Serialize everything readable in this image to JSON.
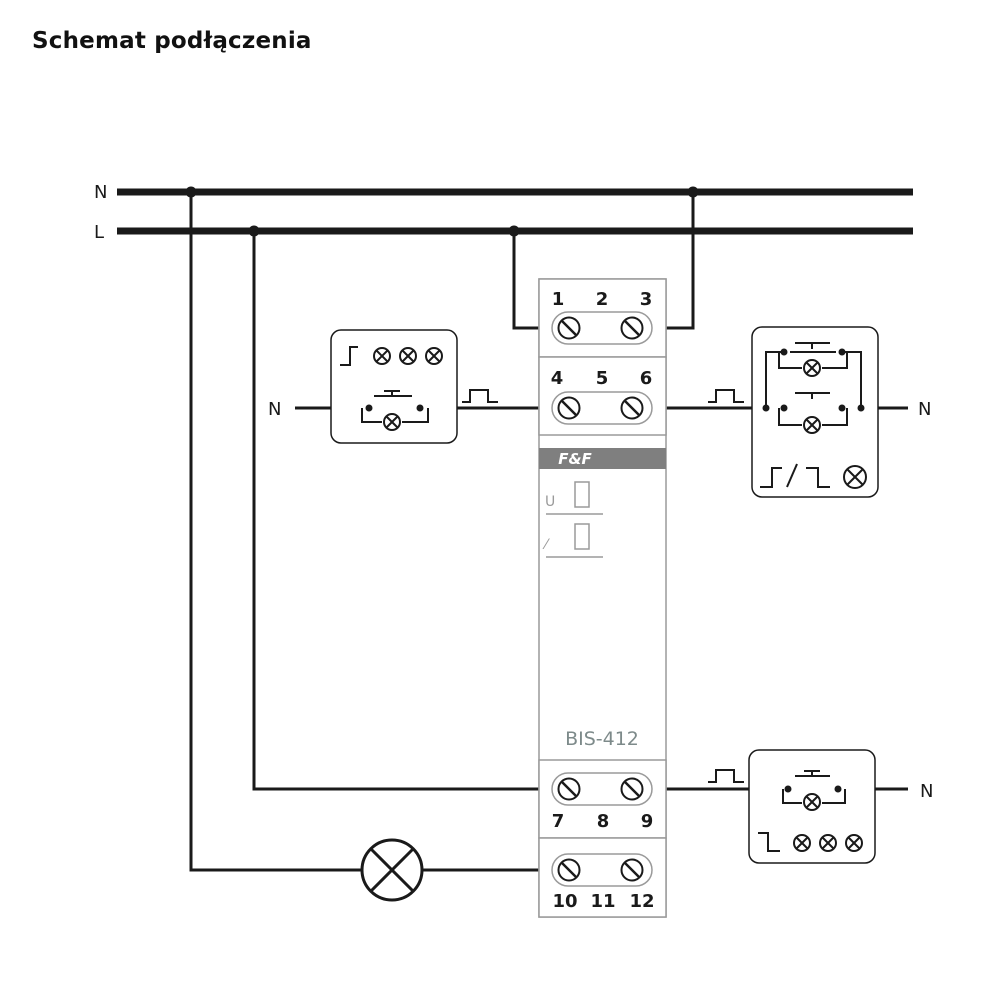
{
  "title": "Schemat podłączenia",
  "bus": {
    "neutral": "N",
    "line": "L"
  },
  "wire_labels": {
    "button1_n": "N",
    "button2_n": "N",
    "button3_n": "N"
  },
  "device": {
    "model": "BIS-412",
    "brand": "F&F",
    "indicator_u": "U",
    "indicator_relay": "⁄",
    "terminals_top": [
      "1",
      "2",
      "3"
    ],
    "terminals_mid": [
      "4",
      "5",
      "6"
    ],
    "terminals_low": [
      "7",
      "8",
      "9"
    ],
    "terminals_bottom": [
      "10",
      "11",
      "12"
    ]
  },
  "colors": {
    "brand_bar": "#7f7f7f",
    "device_outline": "#9a9a9a",
    "wire": "#1a1a1a",
    "model_text": "#7d8a8a"
  }
}
